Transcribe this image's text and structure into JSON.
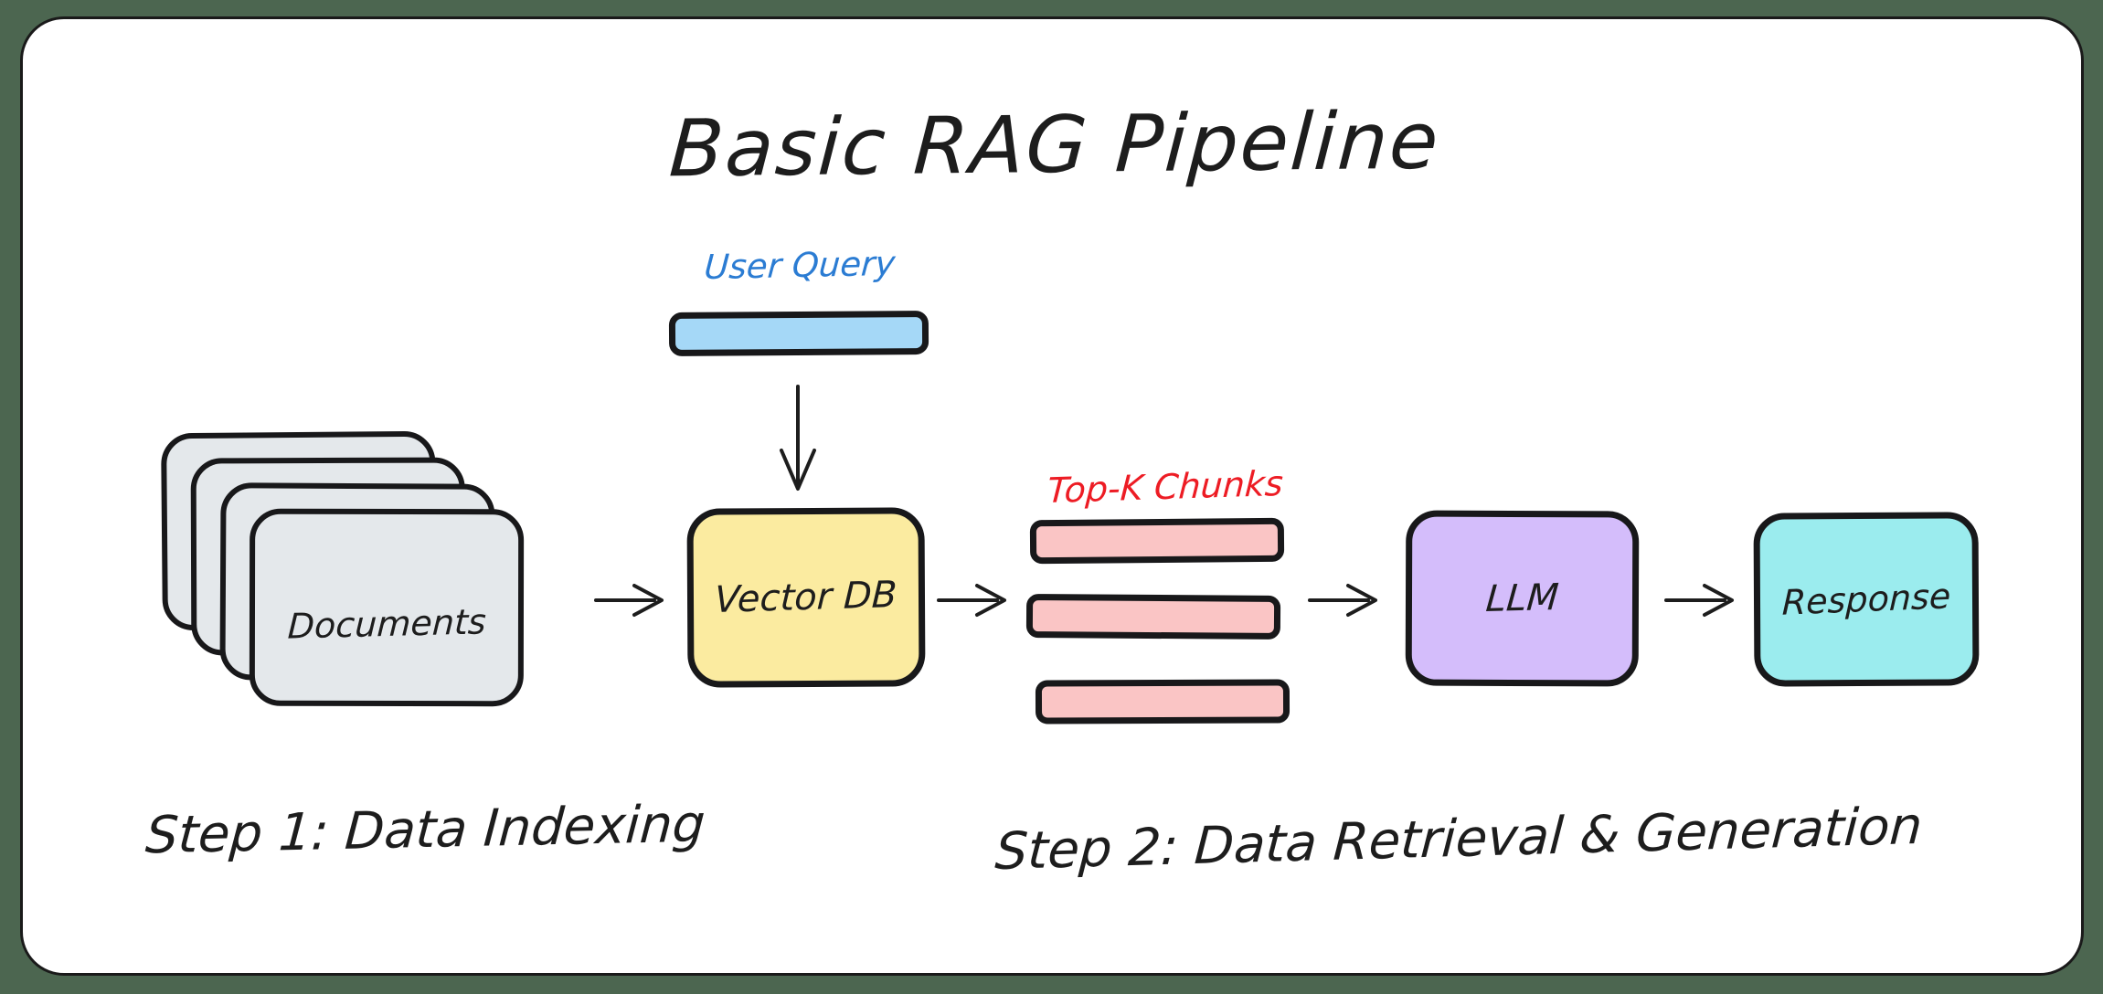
{
  "background_color": "#4c6650",
  "frame": {
    "background": "#ffffff",
    "border_color": "#1a1a1a"
  },
  "title": "Basic RAG Pipeline",
  "user_query": {
    "label": "User Query",
    "label_color": "#2b7cd3",
    "bar_color": "#a5d8f7"
  },
  "documents": {
    "label": "Documents",
    "card_color": "#e4e8eb",
    "card_count": 4
  },
  "vector_db": {
    "label": "Vector DB",
    "box_color": "#fbeba0"
  },
  "topk_chunks": {
    "label": "Top-K Chunks",
    "label_color": "#ed1c24",
    "bar_color": "#fac5c5",
    "bar_count": 3
  },
  "llm": {
    "label": "LLM",
    "box_color": "#d4bdfb"
  },
  "response": {
    "label": "Response",
    "box_color": "#9becee"
  },
  "steps": {
    "step1": "Step 1: Data Indexing",
    "step2": "Step 2: Data Retrieval & Generation"
  },
  "arrows": [
    {
      "name": "query-to-vectordb",
      "direction": "down"
    },
    {
      "name": "docs-to-vectordb",
      "direction": "right"
    },
    {
      "name": "vectordb-to-chunks",
      "direction": "right"
    },
    {
      "name": "chunks-to-llm",
      "direction": "right"
    },
    {
      "name": "llm-to-response",
      "direction": "right"
    }
  ]
}
